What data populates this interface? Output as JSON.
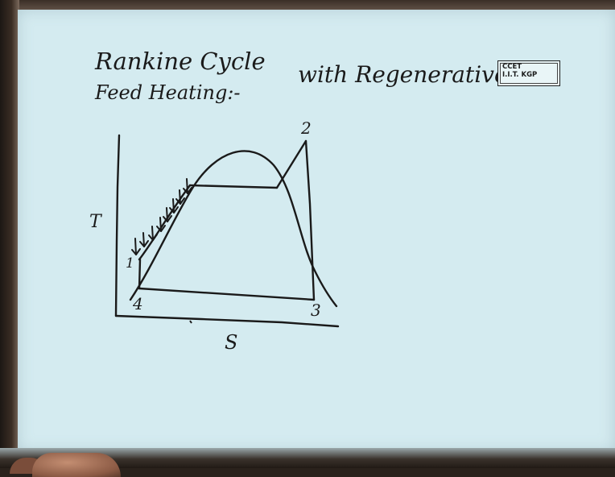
{
  "title": {
    "line1_part1": "Rankine Cycle",
    "line1_part2": "with Regenerative",
    "line2": "Feed Heating:-"
  },
  "logo": {
    "line1": "CCET",
    "line2": "I.I.T. KGP"
  },
  "diagram": {
    "y_axis_label": "T",
    "x_axis_label": "S",
    "point_labels": {
      "p1": "1",
      "p2": "2",
      "p3": "3",
      "p4": "4"
    }
  },
  "colors": {
    "ink": "#1a1a1a",
    "sheet": "#d4ebf0"
  }
}
